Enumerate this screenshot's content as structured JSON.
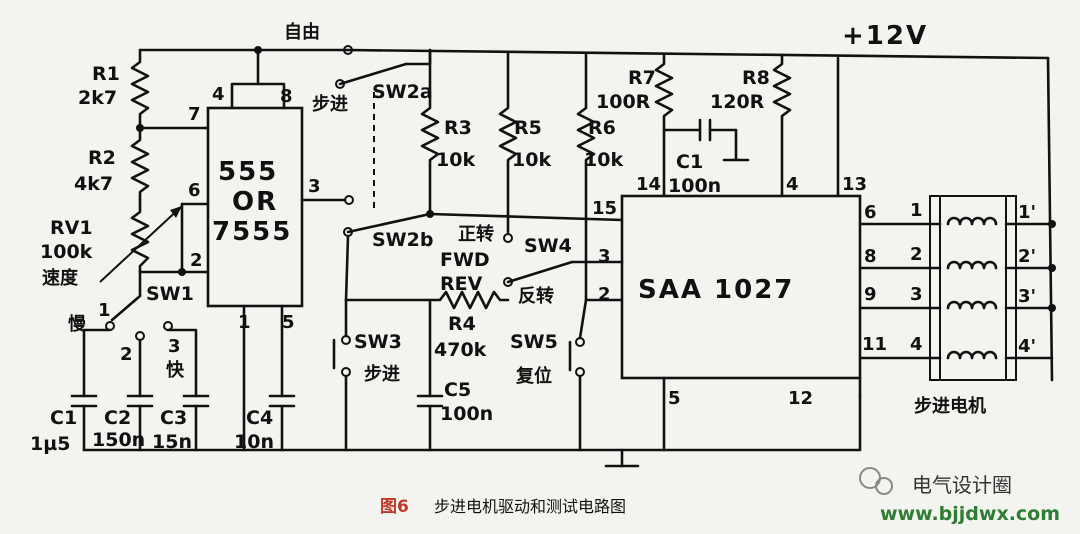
{
  "supply": "+12V",
  "ic_timer": {
    "line1": "555",
    "line2": "OR",
    "line3": "7555"
  },
  "ic_driver": "SAA 1027",
  "resistors": {
    "r1": "R1",
    "r1_val": "2k7",
    "r2": "R2",
    "r2_val": "4k7",
    "rv1": "RV1",
    "rv1_val": "100k",
    "rv1_cn": "速度",
    "r3": "R3",
    "r3_val": "10k",
    "r5": "R5",
    "r5_val": "10k",
    "r6": "R6",
    "r6_val": "10k",
    "r7": "R7",
    "r7_val": "100R",
    "r8": "R8",
    "r8_val": "120R",
    "r4": "R4",
    "r4_val": "470k"
  },
  "capacitors": {
    "c1": "C1",
    "c1_val": "1µ5",
    "c2": "C2",
    "c2_val": "150n",
    "c3": "C3",
    "c3_val": "15n",
    "c4": "C4",
    "c4_val": "10n",
    "c5": "C5",
    "c5_val": "100n",
    "c1b": "C1",
    "c1b_val": "100n"
  },
  "switches": {
    "sw1": "SW1",
    "sw1_pos1": "1",
    "sw1_pos2": "2",
    "sw1_pos3": "3",
    "slow": "慢",
    "fast": "快",
    "sw2a": "SW2a",
    "sw2b": "SW2b",
    "free_run": "自由",
    "step": "步进",
    "fwd": "FWD",
    "fwd_cn": "正转",
    "rev": "REV",
    "rev_cn": "反转",
    "sw3": "SW3",
    "sw3_cn": "步进",
    "sw4": "SW4",
    "sw5": "SW5",
    "sw5_cn": "复位"
  },
  "pins_timer": {
    "p4": "4",
    "p8": "8",
    "p7": "7",
    "p6": "6",
    "p3": "3",
    "p2": "2",
    "p1": "1",
    "p5": "5"
  },
  "pins_driver": {
    "p14": "14",
    "p4": "4",
    "p13": "13",
    "p15": "15",
    "p3": "3",
    "p2": "2",
    "p5": "5",
    "p12": "12",
    "p6": "6",
    "p8": "8",
    "p9": "9",
    "p11": "11"
  },
  "motor": {
    "label": "步进电机",
    "in": [
      "1",
      "2",
      "3",
      "4"
    ],
    "out": [
      "1'",
      "2'",
      "3'",
      "4'"
    ]
  },
  "caption": {
    "fig": "图6",
    "text": "步进电机驱动和测试电路图"
  },
  "watermark": {
    "name": "电气设计圈",
    "url": "www.bjjdwx.com"
  },
  "colors": {
    "background": "#f3f4f0",
    "ink": "#111111",
    "caption_fig": "#c0392b",
    "watermark_url": "#2e7d32"
  }
}
